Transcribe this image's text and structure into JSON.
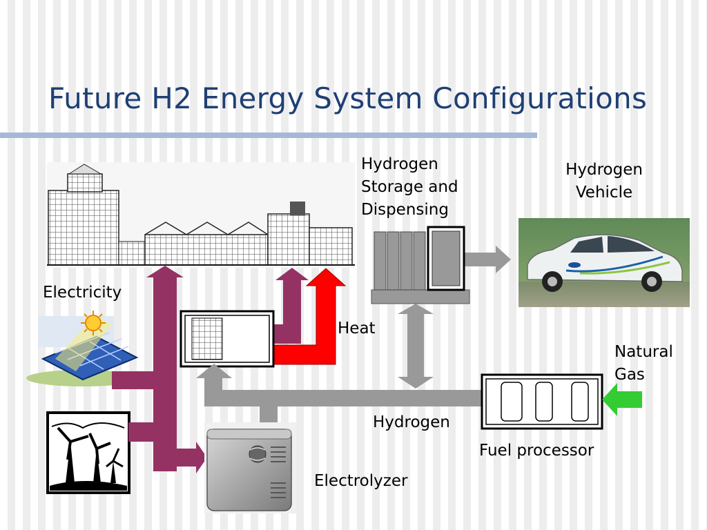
{
  "slide": {
    "title": "Future H2 Energy System Configurations"
  },
  "labels": {
    "storage_line1": "Hydrogen",
    "storage_line2": "Storage and",
    "storage_line3": "Dispensing",
    "vehicle_line1": "Hydrogen",
    "vehicle_line2": "Vehicle",
    "electricity": "Electricity",
    "heat": "Heat",
    "natural_gas_line1": "Natural",
    "natural_gas_line2": "Gas",
    "hydrogen": "Hydrogen",
    "fuel_processor": "Fuel processor",
    "electrolyzer": "Electrolyzer"
  },
  "colors": {
    "title": "#1f3f74",
    "title_rule": "#a4b8d8",
    "electricity_flow": "#953264",
    "heat_flow": "#ff0000",
    "hydrogen_flow": "#999999",
    "natural_gas_flow": "#33cc33"
  }
}
